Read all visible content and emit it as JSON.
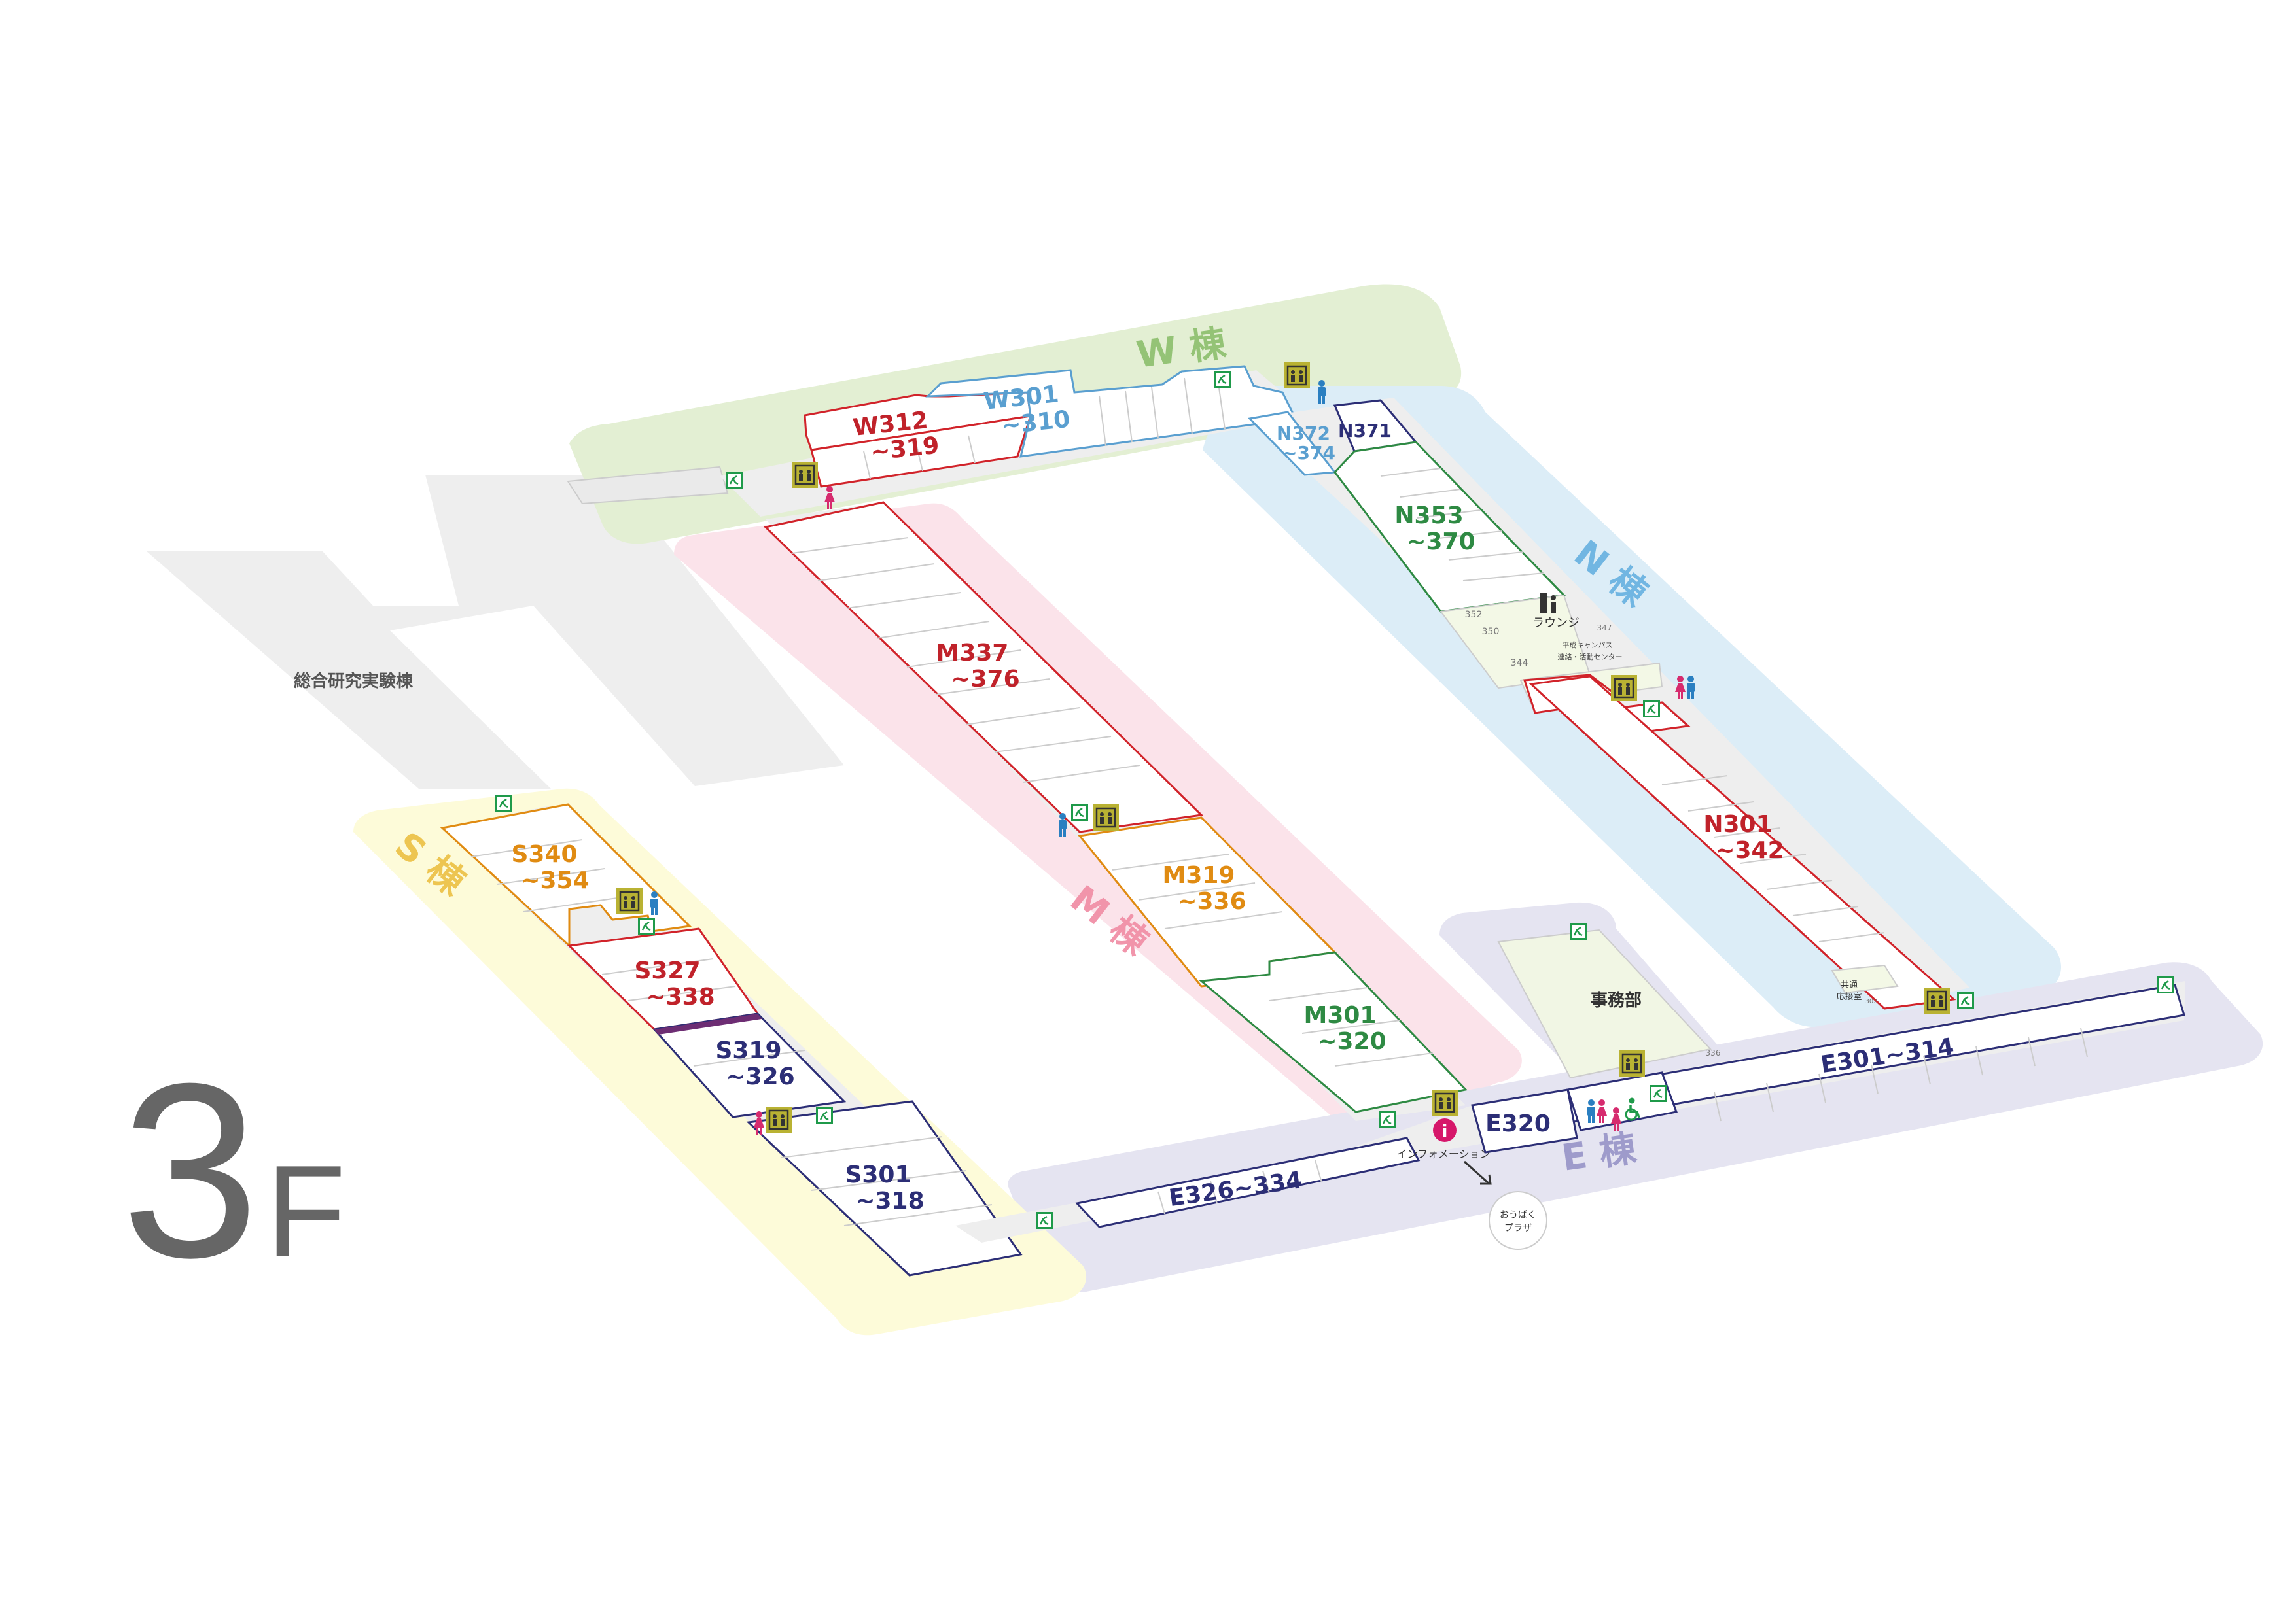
{
  "floor": {
    "number": "3",
    "unit": "F"
  },
  "colors": {
    "w_band": "#e3efd3",
    "n_band": "#dcedf7",
    "m_band": "#fbe3ea",
    "s_band": "#fdfbd9",
    "e_band": "#e5e4f1",
    "h_band": "#eeeeee",
    "corridor": "#eeeeee",
    "office": "#f1f6e4",
    "red": "#d1232a",
    "blue_light": "#5a9fd0",
    "green": "#2e8a43",
    "orange": "#e08b12",
    "navy": "#2c2e76",
    "purple": "#6d2d73"
  },
  "wings": {
    "W": "W 棟",
    "N": "N 棟",
    "M": "M 棟",
    "S": "S 棟",
    "E": "E 棟"
  },
  "buildings": {
    "general_lab": "総合研究実験棟",
    "office": "事務部"
  },
  "rooms": {
    "W312": [
      "W312",
      "~319"
    ],
    "W301": [
      "W301",
      "~310"
    ],
    "N372": [
      "N372",
      "~374"
    ],
    "N371": [
      "N371"
    ],
    "N353": [
      "N353",
      "~370"
    ],
    "N301": [
      "N301",
      "~342"
    ],
    "M337": [
      "M337",
      "~376"
    ],
    "M319": [
      "M319",
      "~336"
    ],
    "M301": [
      "M301",
      "~320"
    ],
    "S340": [
      "S340",
      "~354"
    ],
    "S327": [
      "S327",
      "~338"
    ],
    "S319": [
      "S319",
      "~326"
    ],
    "S301": [
      "S301",
      "~318"
    ],
    "E320": [
      "E320"
    ],
    "E326": [
      "E326~334"
    ],
    "E301": [
      "E301~314"
    ]
  },
  "small_rooms": {
    "r352": "352",
    "r350": "350",
    "r344": "344",
    "r347": "347",
    "r302": "302",
    "r336": "336",
    "lounge": "ラウンジ",
    "campus_1": "平成キャンパス",
    "campus_2": "連絡・活動センター",
    "common_1": "共通",
    "common_2": "応接室"
  },
  "info": {
    "label": "インフォメーション"
  },
  "plaza": {
    "line1": "おうばく",
    "line2": "プラザ"
  },
  "icons": {
    "elevator": "elevator-icon",
    "emergency_exit": "emergency-exit-icon",
    "restroom_male": "male-restroom-icon",
    "restroom_female": "female-restroom-icon",
    "accessible": "wheelchair-icon",
    "info": "info-icon"
  }
}
